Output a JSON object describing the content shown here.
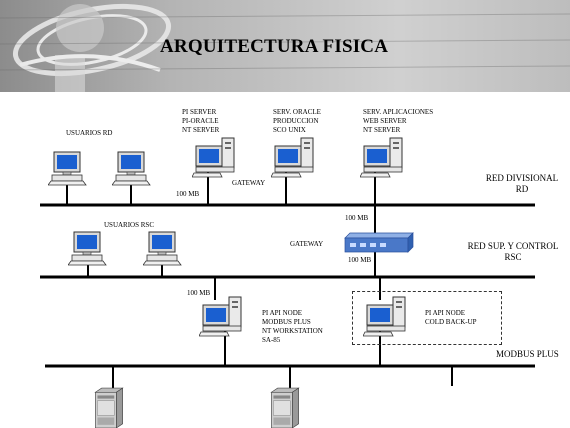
{
  "title": "ARQUITECTURA FISICA",
  "groups": {
    "usuarios_rd": "USUARIOS RD",
    "usuarios_rsc": "USUARIOS RSC"
  },
  "servers": {
    "pi_server": [
      "PI SERVER",
      "PI-ORACLE",
      "NT SERVER"
    ],
    "oracle": [
      "SERV. ORACLE",
      "PRODUCCION",
      "SCO UNIX"
    ],
    "aplicaciones": [
      "SERV. APLICACIONES",
      "WEB SERVER",
      "NT SERVER"
    ],
    "pi_api": [
      "PI API NODE",
      "MODBUS PLUS",
      "NT WORKSTATION",
      "SA-85"
    ],
    "pi_api_backup": [
      "PI API NODE",
      "COLD BACK-UP"
    ]
  },
  "labels": {
    "gateway_top": "GATEWAY",
    "gateway_mid": "GATEWAY",
    "mb1": "100 MB",
    "mb2": "100 MB",
    "mb3": "100 MB",
    "mb4": "100 MB"
  },
  "networks": {
    "rd_line1": "RED DIVISIONAL",
    "rd_line2": "RD",
    "rsc_line1": "RED SUP. Y CONTROL",
    "rsc_line2": "RSC",
    "modbus": "MODBUS PLUS"
  },
  "colors": {
    "screen": "#1a5fd0",
    "router": "#4a78c8",
    "banner_gray": "#9a9a9a"
  }
}
